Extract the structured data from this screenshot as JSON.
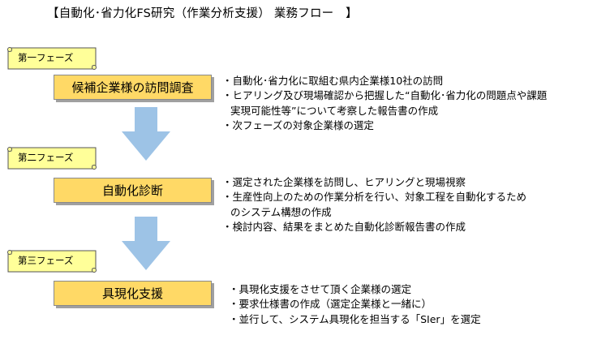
{
  "title": "【自動化･省力化FS研究（作業分析支援） 業務フロー　】",
  "colors": {
    "step_fill": "#ffd966",
    "scroll_fill": "#ffff99",
    "arrow_fill": "#9dc3e6",
    "border": "#8a8a8a"
  },
  "phases": [
    {
      "phase_label": "第一フェーズ",
      "step_label": "候補企業様の訪問調査",
      "bullets": [
        "・自動化･省力化に取組む県内企業様10社の訪問",
        "・ヒアリング及び現場確認から把握した“自動化･省力化の問題点や課題",
        "実現可能性等”について考察した報告書の作成",
        "・次フェーズの対象企業様の選定"
      ]
    },
    {
      "phase_label": "第二フェーズ",
      "step_label": "自動化診断",
      "bullets": [
        "・選定された企業様を訪問し、ヒアリングと現場視察",
        "・生産性向上のための作業分析を行い、対象工程を自動化するため",
        "のシステム構想の作成",
        "・検討内容、結果をまとめた自動化診断報告書の作成"
      ]
    },
    {
      "phase_label": "第三フェーズ",
      "step_label": "具現化支援",
      "bullets": [
        "・具現化支援をさせて頂く企業様の選定",
        "・要求仕様書の作成（選定企業様と一緒に）",
        "・並行して、システム具現化を担当する「SIer」を選定"
      ]
    }
  ]
}
